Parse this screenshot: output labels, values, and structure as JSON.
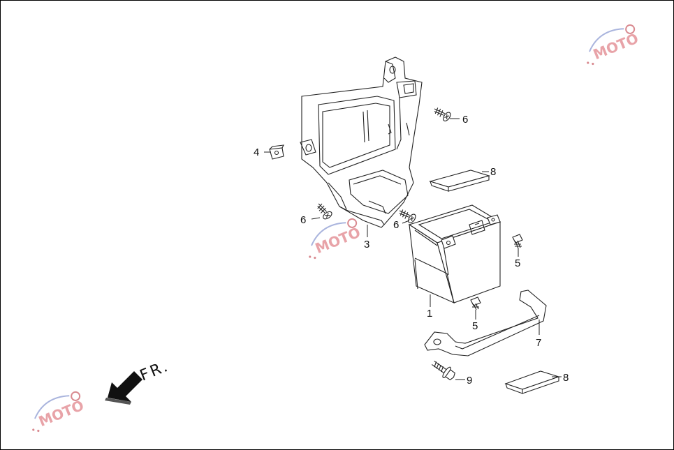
{
  "diagram": {
    "direction_label": "FR.",
    "callouts": [
      {
        "id": "battery",
        "label": "1"
      },
      {
        "id": "battery-box",
        "label": "3"
      },
      {
        "id": "clip-nut",
        "label": "4"
      },
      {
        "id": "bolt-5-upper",
        "label": "5"
      },
      {
        "id": "bolt-5-lower",
        "label": "5"
      },
      {
        "id": "screw-6-top",
        "label": "6"
      },
      {
        "id": "screw-6-left",
        "label": "6"
      },
      {
        "id": "screw-6-mid",
        "label": "6"
      },
      {
        "id": "battery-band",
        "label": "7"
      },
      {
        "id": "rubber-pad-upper",
        "label": "8"
      },
      {
        "id": "rubber-pad-lower",
        "label": "8"
      },
      {
        "id": "bolt-9",
        "label": "9"
      }
    ],
    "watermark": {
      "text": "MOTO",
      "colors": {
        "primary": "#e8a3a8",
        "secondary": "#a9b4dd",
        "gear": "#d98a90"
      }
    }
  }
}
